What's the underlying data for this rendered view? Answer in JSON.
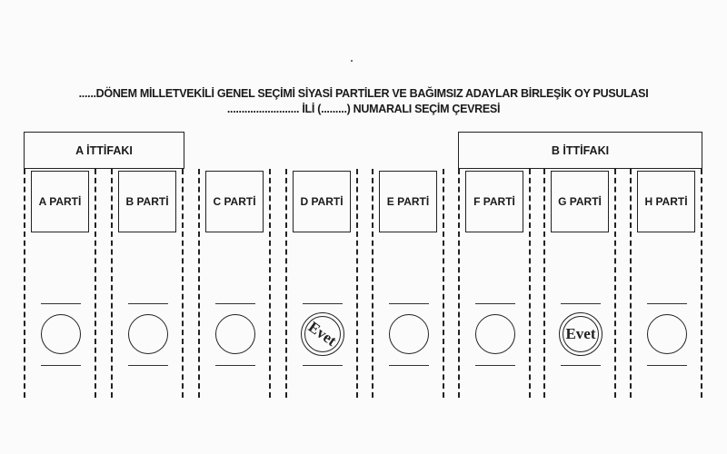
{
  "ballot": {
    "title_line1": "......DÖNEM MİLLETVEKİLİ GENEL SEÇİMİ SİYASİ PARTİLER VE BAĞIMSIZ ADAYLAR BİRLEŞİK OY PUSULASI",
    "title_line2": "......................... İLİ (.........) NUMARALI SEÇİM ÇEVRESİ",
    "alliances": [
      {
        "label": "A İTTİFAKI",
        "parties": [
          "A PARTİ",
          "B PARTİ"
        ]
      },
      {
        "label": "B İTTİFAKI",
        "parties": [
          "F PARTİ",
          "G PARTİ",
          "H PARTİ"
        ]
      }
    ],
    "parties": [
      {
        "label": "A PARTİ",
        "stamped": false
      },
      {
        "label": "B PARTİ",
        "stamped": false
      },
      {
        "label": "C PARTİ",
        "stamped": false
      },
      {
        "label": "D PARTİ",
        "stamped": true,
        "stamp_text": "Evet"
      },
      {
        "label": "E PARTİ",
        "stamped": false
      },
      {
        "label": "F PARTİ",
        "stamped": false
      },
      {
        "label": "G PARTİ",
        "stamped": true,
        "stamp_text": "Evet"
      },
      {
        "label": "H PARTİ",
        "stamped": false
      }
    ]
  }
}
